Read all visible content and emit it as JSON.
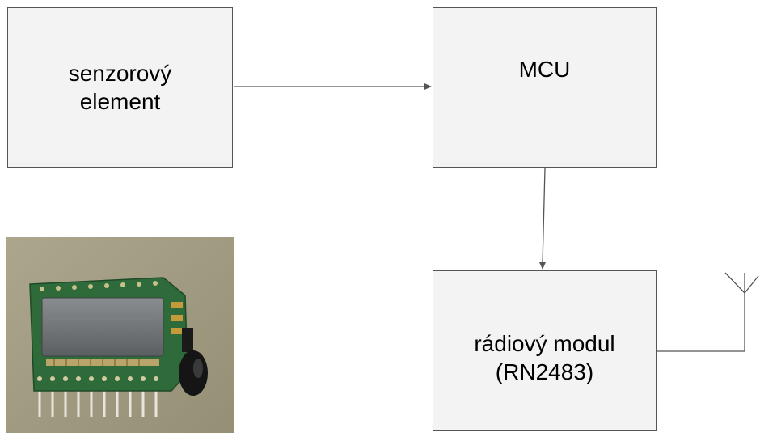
{
  "diagram": {
    "sensor_label_line1": "senzorový",
    "sensor_label_line2": "element",
    "mcu_label": "MCU",
    "radio_label_line1": "rádiový modul",
    "radio_label_line2": "(RN2483)"
  },
  "colors": {
    "box_fill": "#f3f3f3",
    "box_border": "#555555",
    "connector": "#555555",
    "photo_background": "#a39d83",
    "pcb_green": "#2f6b3a"
  },
  "icons": [
    "arrow-head-icon",
    "antenna-icon"
  ]
}
